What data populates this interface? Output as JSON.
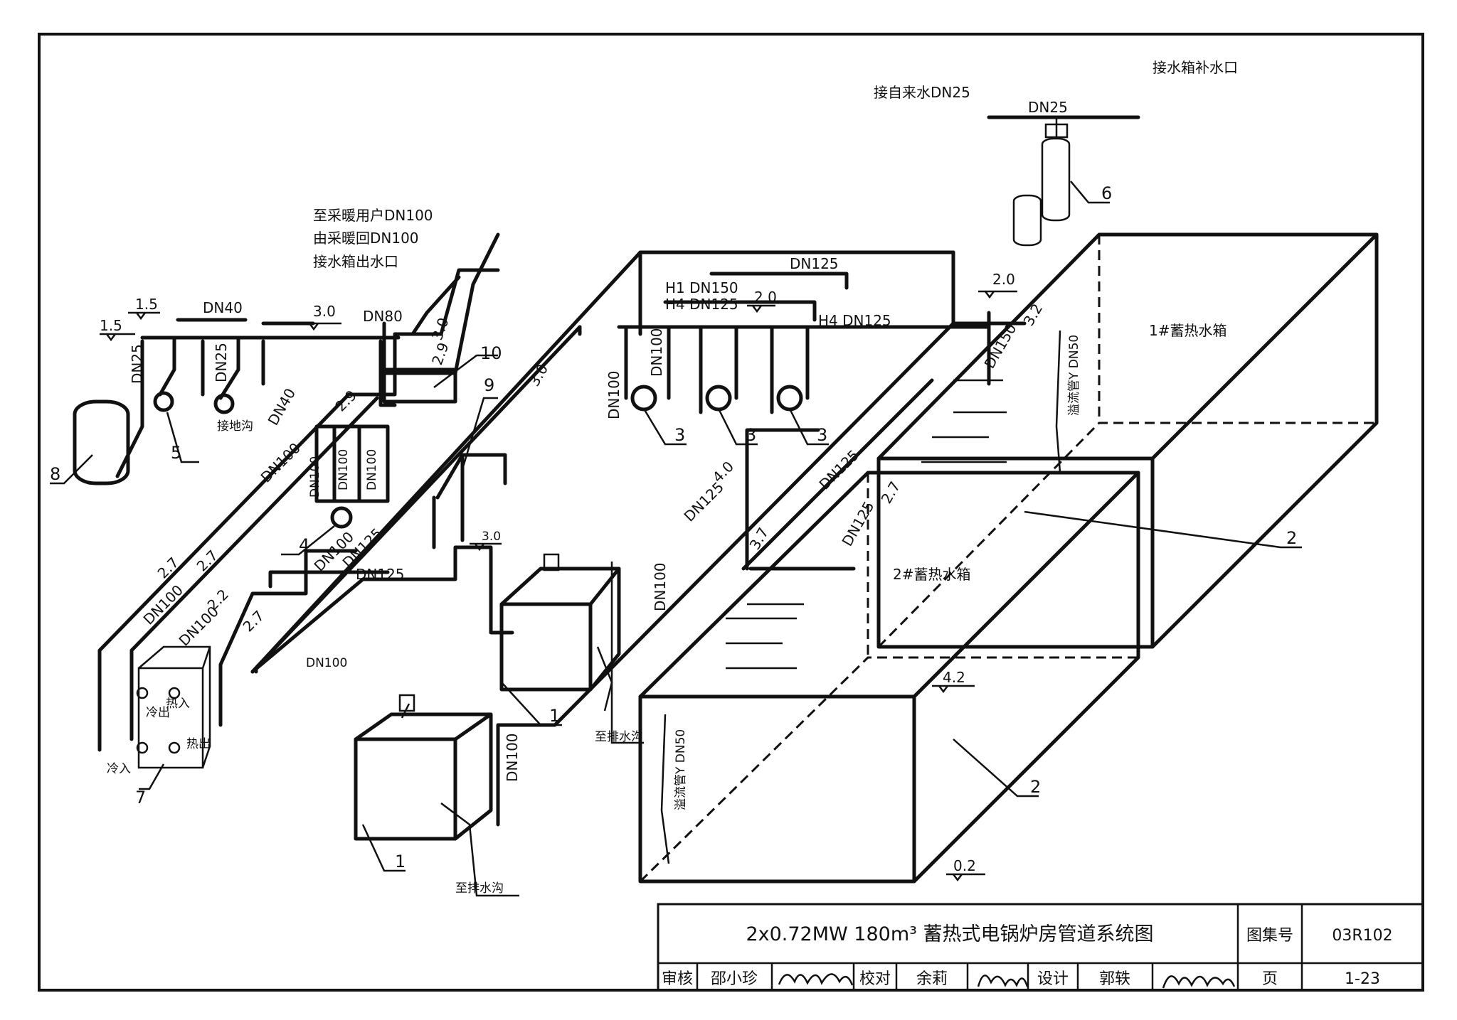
{
  "labels": {
    "heating_supply": "至采暖用户DN100",
    "heating_return": "由采暖回DN100",
    "tank_outlet": "接水箱出水口",
    "city_water": "接自来水DN25",
    "tank_makeup": "接水箱补水口",
    "tank1_name": "1#蓄热水箱",
    "tank2_name": "2#蓄热水箱",
    "floor_drain": "接地沟",
    "to_drain_1": "至排水沟",
    "to_drain_2": "至排水沟",
    "overflow_1": "溢流管Y DN50",
    "overflow_2": "溢流管Y DN50",
    "cold_in": "冷入",
    "cold_out": "冷出",
    "hot_in": "热入",
    "hot_out": "热出"
  },
  "pipe_sizes": {
    "dn40": "DN40",
    "dn80": "DN80",
    "dn25_a": "DN25",
    "dn25_b": "DN25",
    "dn25_c": "DN25",
    "dn40_b": "DN40",
    "dn125_top": "DN125",
    "h1_dn150": "H1 DN150",
    "h4_dn125_a": "H4 DN125",
    "h4_dn125_b": "H4 DN125",
    "dn100_a": "DN100",
    "dn100_b": "DN100",
    "dn150": "DN150",
    "dn125_mid": "DN125",
    "dn125_diag": "DN125",
    "dn125_diag2": "DN125",
    "dn100_left1": "DN100",
    "dn100_left2": "DN100",
    "dn100_left3": "DN100",
    "dn100_left4": "DN100",
    "dn125_left": "DN125",
    "dn125_bottom": "DN125",
    "dn100_bottom": "DN100",
    "dn100_boiler1": "DN100",
    "dn100_boiler2": "DN100",
    "dn100_pump4_a": "DN100",
    "dn100_pump4_b": "DN100",
    "dn100_pump4_c": "DN100"
  },
  "elevations": {
    "e15a": "1.5",
    "e15b": "1.5",
    "e30a": "3.0",
    "e30b": "3.0",
    "e30c": "3.0",
    "e30d": "3.0",
    "e29": "2.9",
    "e29b": "2.9",
    "e20a": "2.0",
    "e20b": "2.0",
    "e32": "3.2",
    "e40": "4.0",
    "e37": "3.7",
    "e27a": "2.7",
    "e27b": "2.7",
    "e27c": "2.7",
    "e27d": "2.7",
    "e22": "2.2",
    "e42": "4.2",
    "e02": "0.2"
  },
  "callouts": {
    "n1a": "1",
    "n1b": "1",
    "n2a": "2",
    "n2b": "2",
    "n3a": "3",
    "n3b": "3",
    "n3c": "3",
    "n4": "4",
    "n5": "5",
    "n6": "6",
    "n7": "7",
    "n8": "8",
    "n9": "9",
    "n10": "10"
  },
  "title_block": {
    "title": "2x0.72MW 180m³ 蓄热式电锅炉房管道系统图",
    "atlas_label": "图集号",
    "atlas_no": "03R102",
    "review_label": "审核",
    "reviewer": "邵小珍",
    "check_label": "校对",
    "checker": "余莉",
    "design_label": "设计",
    "designer": "郭轶",
    "page_label": "页",
    "page_no": "1-23"
  }
}
